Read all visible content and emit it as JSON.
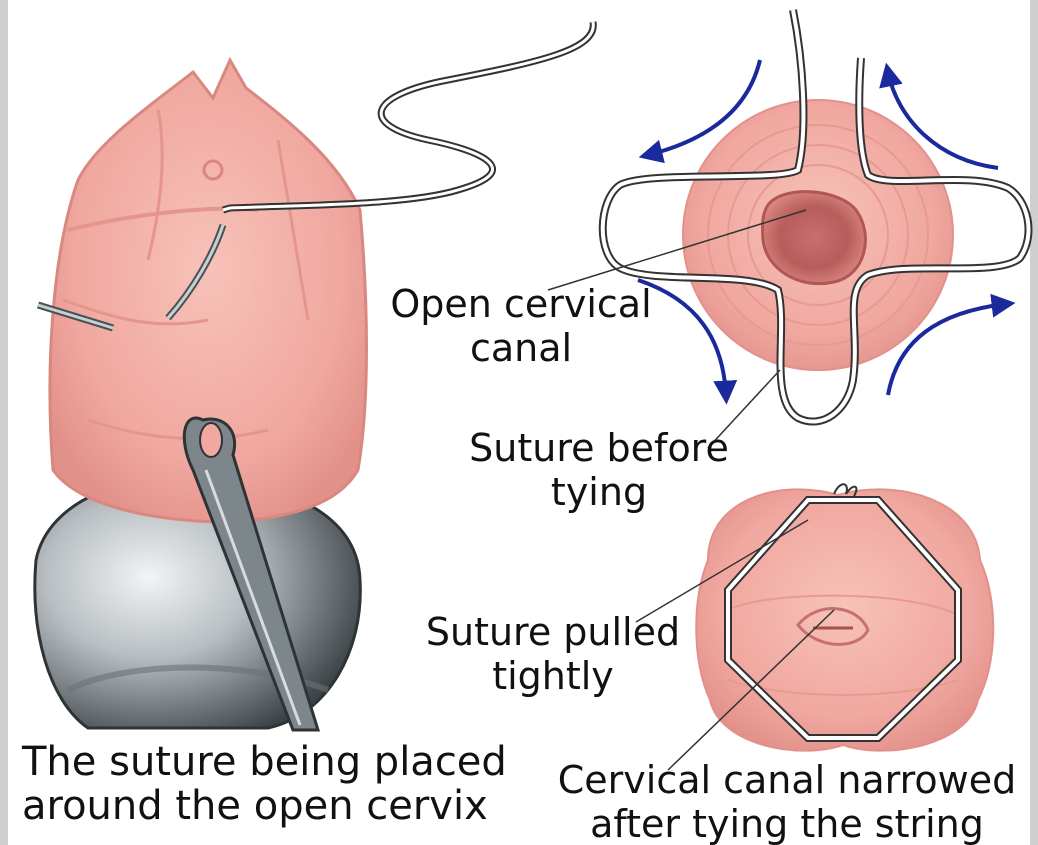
{
  "labels": {
    "open_canal_line1": "Open cervical",
    "open_canal_line2": "canal",
    "before_line1": "Suture before",
    "before_line2": "tying",
    "pulled_line1": "Suture pulled",
    "pulled_line2": "tightly"
  },
  "captions": {
    "left_line1": "The suture being placed",
    "left_line2": "around the open cervix",
    "right_line1": "Cervical canal narrowed",
    "right_line2": "after tying the string"
  },
  "colors": {
    "tissue": "#f0a8a0",
    "tissue_dark": "#d98880",
    "arrow": "#1a2a9c",
    "steel": "#5c6468"
  }
}
